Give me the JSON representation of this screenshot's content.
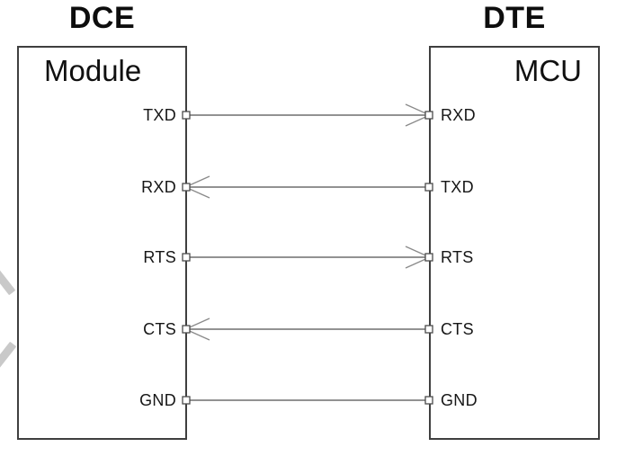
{
  "diagram": {
    "title_left": "DCE",
    "title_right": "DTE",
    "left_box": {
      "label": "Module",
      "pins": [
        "TXD",
        "RXD",
        "RTS",
        "CTS",
        "GND"
      ]
    },
    "right_box": {
      "label": "MCU",
      "pins": [
        "RXD",
        "TXD",
        "RTS",
        "CTS",
        "GND"
      ]
    },
    "connections": [
      {
        "from": "TXD",
        "to": "RXD",
        "direction": "right"
      },
      {
        "from": "RXD",
        "to": "TXD",
        "direction": "left"
      },
      {
        "from": "RTS",
        "to": "RTS",
        "direction": "right"
      },
      {
        "from": "CTS",
        "to": "CTS",
        "direction": "left"
      },
      {
        "from": "GND",
        "to": "GND",
        "direction": "none"
      }
    ],
    "colors": {
      "background": "#ffffff",
      "text": "#111111",
      "box_border": "#3f3f3f",
      "wire": "#838383",
      "arrow": "#8a8a8a",
      "pin_border": "#4a4a4a",
      "pin_fill": "#ffffff",
      "watermark": "#c9c9c9"
    }
  }
}
